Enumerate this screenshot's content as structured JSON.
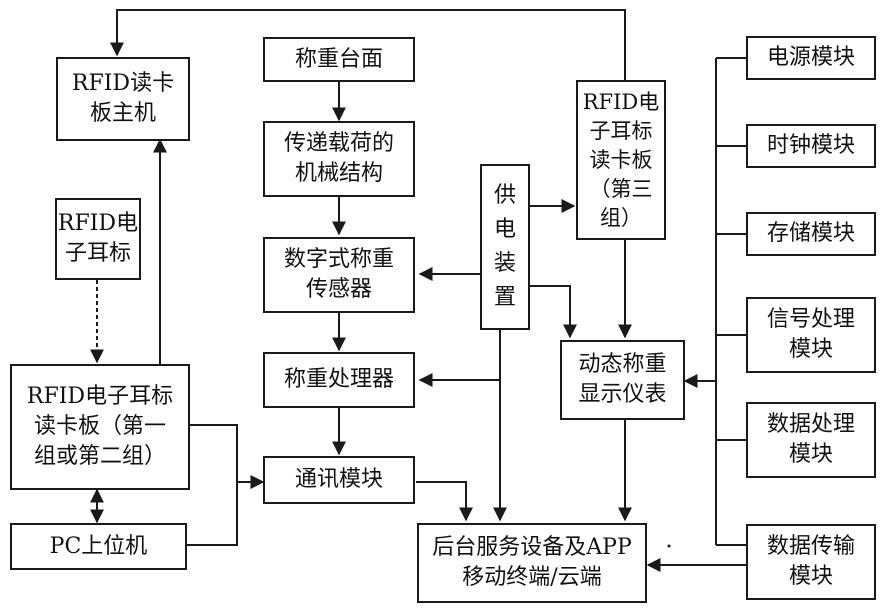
{
  "nodes": {
    "rfid_host": "RFID读卡\n板主机",
    "rfid_tag": "RFID电\n子耳标",
    "rfid_reader_12": "RFID电子耳标\n读卡板（第一\n组或第二组）",
    "pc_host": "PC上位机",
    "platform": "称重台面",
    "mechanism": "传递载荷的\n机械结构",
    "sensor": "数字式称重\n传感器",
    "processor": "称重处理器",
    "comm": "通讯模块",
    "power": "供\n电\n装\n置",
    "rfid_reader_3": "RFID电\n子耳标\n读卡板\n（第三\n组）",
    "display": "动态称重\n显示仪表",
    "backend": "后台服务设备及APP\n移动终端/云端",
    "mod_power": "电源模块",
    "mod_clock": "时钟模块",
    "mod_storage": "存储模块",
    "mod_signal": "信号处理\n模块",
    "mod_data": "数据处理\n模块",
    "mod_transfer": "数据传输\n模块"
  },
  "colors": {
    "line": "#1a1a1a",
    "background": "#ffffff"
  }
}
